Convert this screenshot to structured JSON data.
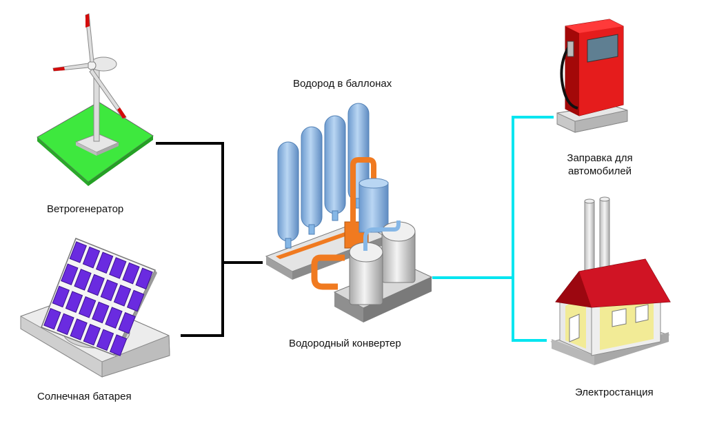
{
  "labels": {
    "wind": "Ветрогенератор",
    "solar": "Солнечная батарея",
    "tanks": "Водород в баллонах",
    "converter": "Водородный конвертер",
    "fuel_line1": "Заправка для",
    "fuel_line2": "автомобилей",
    "power": "Электростанция"
  },
  "colors": {
    "input_line": "#000000",
    "output_line": "#00e5f0",
    "tank": "#9cc3ea",
    "pipe": "#f07a20",
    "grass": "#33e633",
    "solar_cell": "#6a2be0",
    "pump": "#e01010",
    "roof": "#c8101e",
    "wall": "#f2eb96"
  }
}
